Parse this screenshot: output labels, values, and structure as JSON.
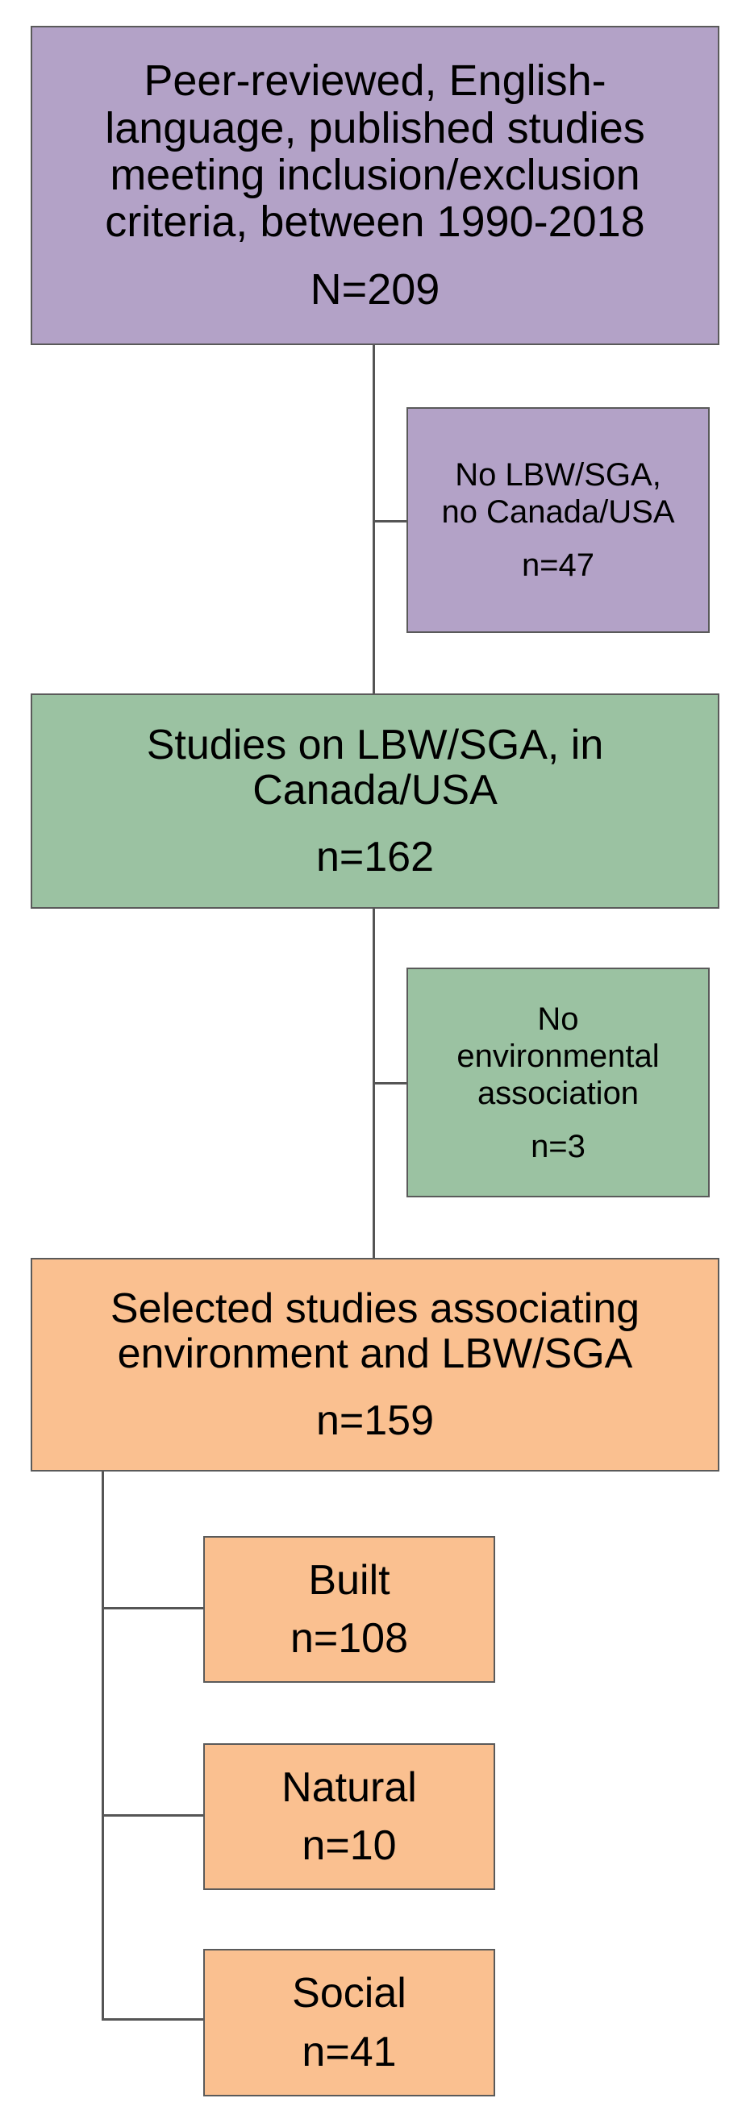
{
  "boxes": {
    "initial": {
      "lines": [
        "Peer-reviewed, English-",
        "language, published studies",
        "meeting inclusion/exclusion",
        "criteria, between 1990-2018"
      ],
      "count": "N=209"
    },
    "excluded_1": {
      "lines": [
        "No LBW/SGA,",
        "no Canada/USA"
      ],
      "count": "n=47"
    },
    "included_1": {
      "lines": [
        "Studies on LBW/SGA, in",
        "Canada/USA"
      ],
      "count": "n=162"
    },
    "excluded_2": {
      "lines": [
        "No",
        "environmental",
        "association"
      ],
      "count": "n=3"
    },
    "selected": {
      "lines": [
        "Selected studies associating",
        "environment and LBW/SGA"
      ],
      "count": "n=159"
    },
    "built": {
      "label": "Built",
      "count": "n=108"
    },
    "natural": {
      "label": "Natural",
      "count": "n=10"
    },
    "social": {
      "label": "Social",
      "count": "n=41"
    }
  },
  "colors": {
    "purple": "#b3a2c7",
    "green": "#9bc2a2",
    "orange": "#fac090",
    "border": "#5a5a5a",
    "connector": "#555555"
  }
}
